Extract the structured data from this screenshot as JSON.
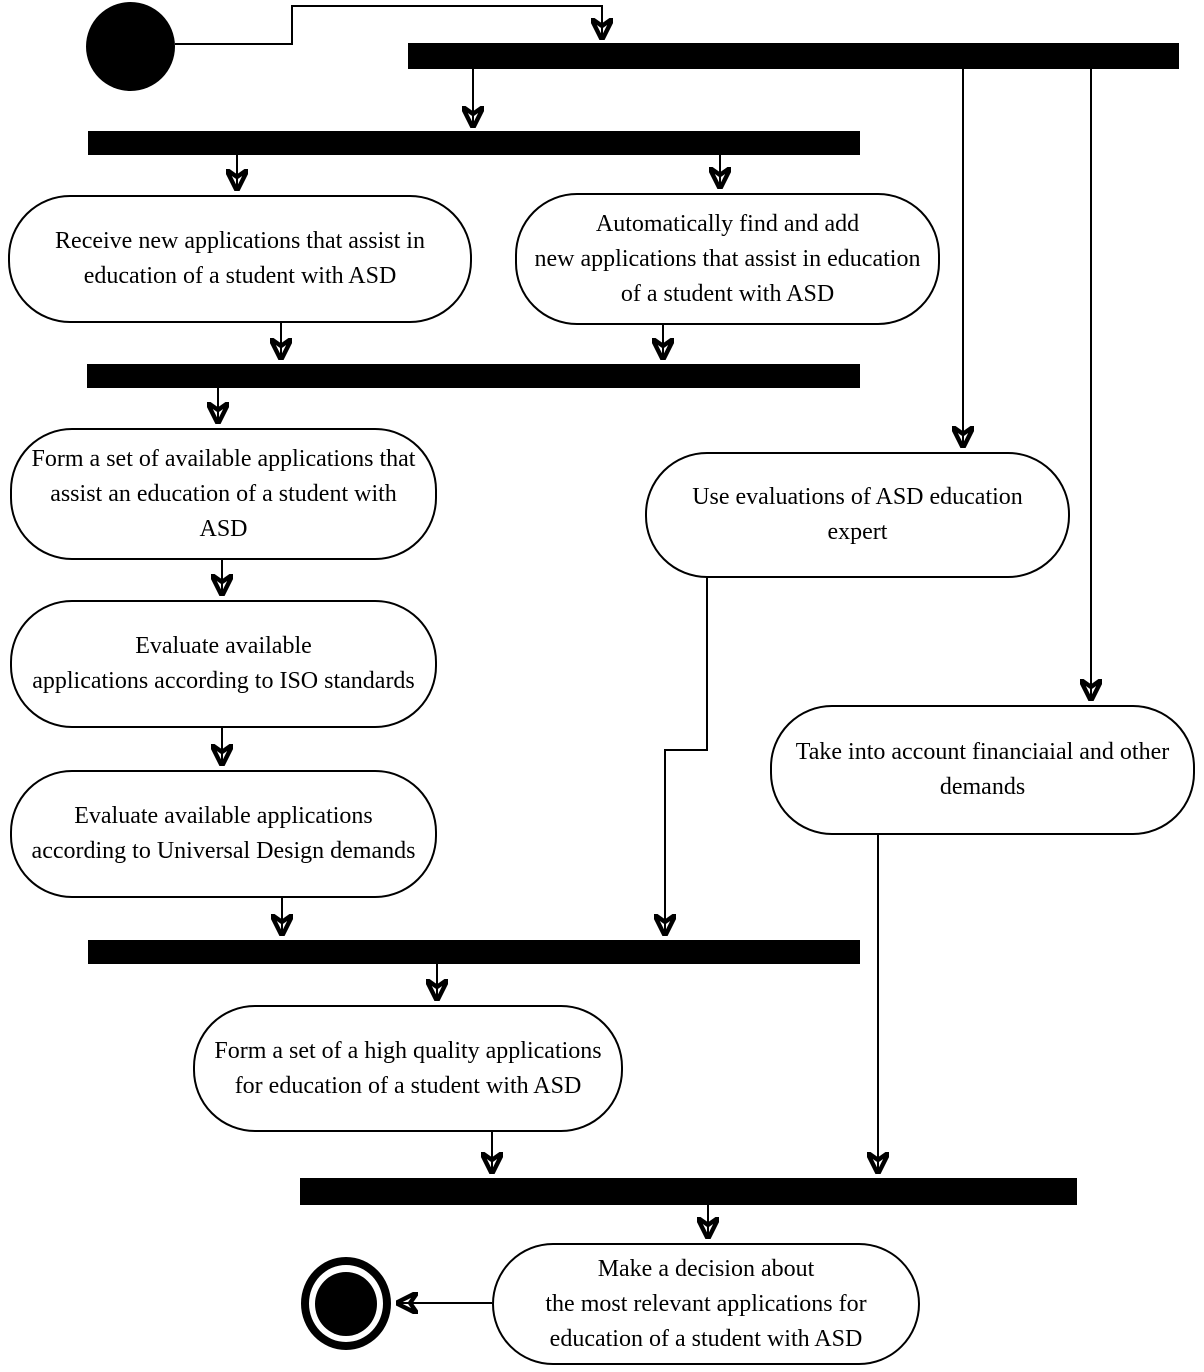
{
  "diagram": {
    "type": "uml-activity-diagram",
    "colors": {
      "line": "#000000",
      "bar": "#000000",
      "node_border": "#000000",
      "node_background": "#ffffff"
    },
    "nodes": {
      "receive": {
        "label": "Receive new applications that assist in\neducation of a student with ASD"
      },
      "autofind": {
        "label": "Automatically find and add\nnew applications  that assist in education\nof a student with ASD"
      },
      "form_available": {
        "label": "Form a set of available applications that\nassist an  education of a student with\nASD"
      },
      "use_evaluations": {
        "label": "Use evaluations of ASD education\nexpert"
      },
      "evaluate_iso": {
        "label": "Evaluate available\napplications according to ISO standards"
      },
      "evaluate_universal": {
        "label": "Evaluate available applications\naccording to Universal Design  demands"
      },
      "financial": {
        "label": "Take into account financiaial and other\ndemands"
      },
      "form_high_quality": {
        "label": "Form a set of a high quality applications\nfor education of a student with ASD"
      },
      "decision": {
        "label": "Make a decision about\nthe most relevant applications for\neducation of a student with ASD"
      }
    }
  }
}
